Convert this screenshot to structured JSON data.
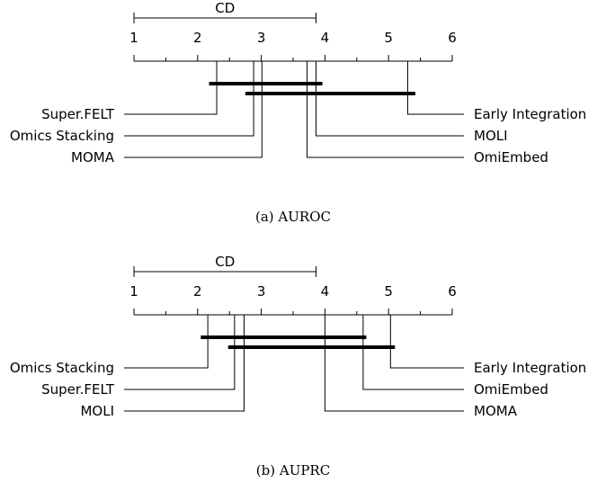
{
  "chart_data": [
    {
      "type": "critical-difference-diagram",
      "caption": "(a) AUROC",
      "xlim": [
        1,
        6
      ],
      "ticks": [
        "1",
        "2",
        "3",
        "4",
        "5",
        "6"
      ],
      "cd_label": "CD",
      "cd_range": [
        1,
        3.86
      ],
      "methods": [
        {
          "name": "Super.FELT",
          "rank": 2.3
        },
        {
          "name": "Omics Stacking",
          "rank": 2.88
        },
        {
          "name": "MOMA",
          "rank": 3.01
        },
        {
          "name": "Early Integration",
          "rank": 5.3
        },
        {
          "name": "MOLI",
          "rank": 3.86
        },
        {
          "name": "OmiEmbed",
          "rank": 3.72
        }
      ],
      "cliques": [
        [
          2.18,
          3.96
        ],
        [
          2.75,
          5.42
        ]
      ]
    },
    {
      "type": "critical-difference-diagram",
      "caption": "(b) AUPRC",
      "xlim": [
        1,
        6
      ],
      "ticks": [
        "1",
        "2",
        "3",
        "4",
        "5",
        "6"
      ],
      "cd_label": "CD",
      "cd_range": [
        1,
        3.86
      ],
      "methods": [
        {
          "name": "Omics Stacking",
          "rank": 2.16
        },
        {
          "name": "Super.FELT",
          "rank": 2.58
        },
        {
          "name": "MOLI",
          "rank": 2.73
        },
        {
          "name": "Early Integration",
          "rank": 5.03
        },
        {
          "name": "OmiEmbed",
          "rank": 4.6
        },
        {
          "name": "MOMA",
          "rank": 4.0
        }
      ],
      "cliques": [
        [
          2.05,
          4.65
        ],
        [
          2.48,
          5.1
        ]
      ]
    }
  ]
}
